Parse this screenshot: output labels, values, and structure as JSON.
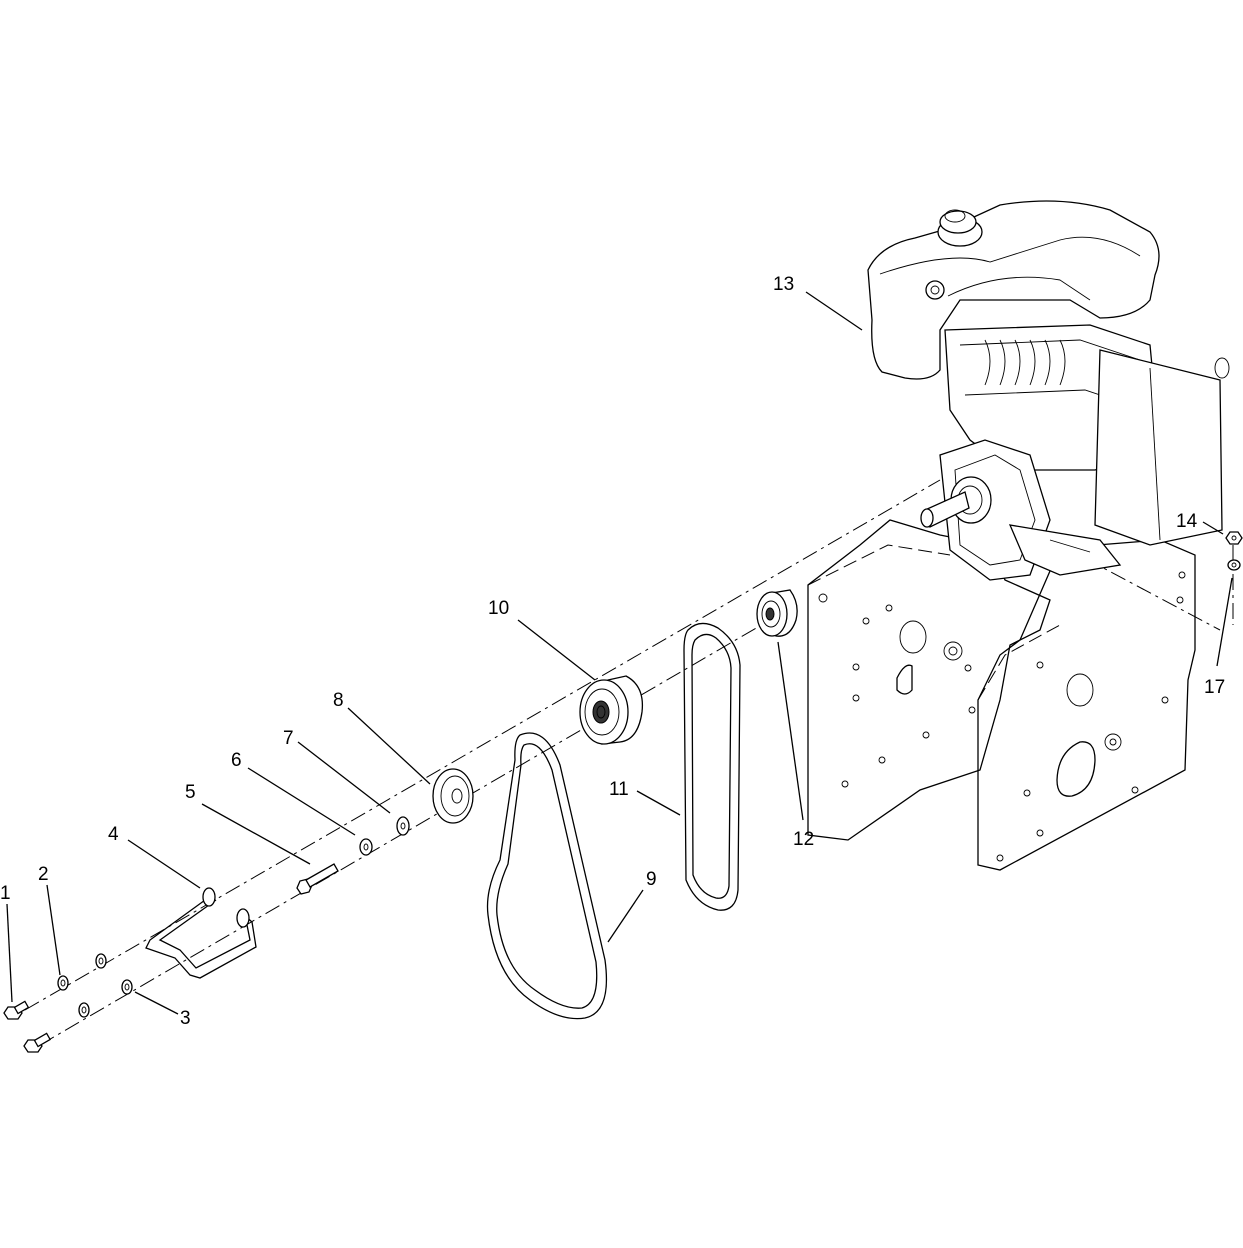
{
  "callouts": [
    {
      "id": "1",
      "text": "1"
    },
    {
      "id": "2",
      "text": "2"
    },
    {
      "id": "3",
      "text": "3"
    },
    {
      "id": "4",
      "text": "4"
    },
    {
      "id": "5",
      "text": "5"
    },
    {
      "id": "6",
      "text": "6"
    },
    {
      "id": "7",
      "text": "7"
    },
    {
      "id": "8",
      "text": "8"
    },
    {
      "id": "9",
      "text": "9"
    },
    {
      "id": "10",
      "text": "10"
    },
    {
      "id": "11",
      "text": "11"
    },
    {
      "id": "12",
      "text": "12"
    },
    {
      "id": "13",
      "text": "13"
    },
    {
      "id": "14",
      "text": "14"
    },
    {
      "id": "17",
      "text": "17"
    }
  ]
}
